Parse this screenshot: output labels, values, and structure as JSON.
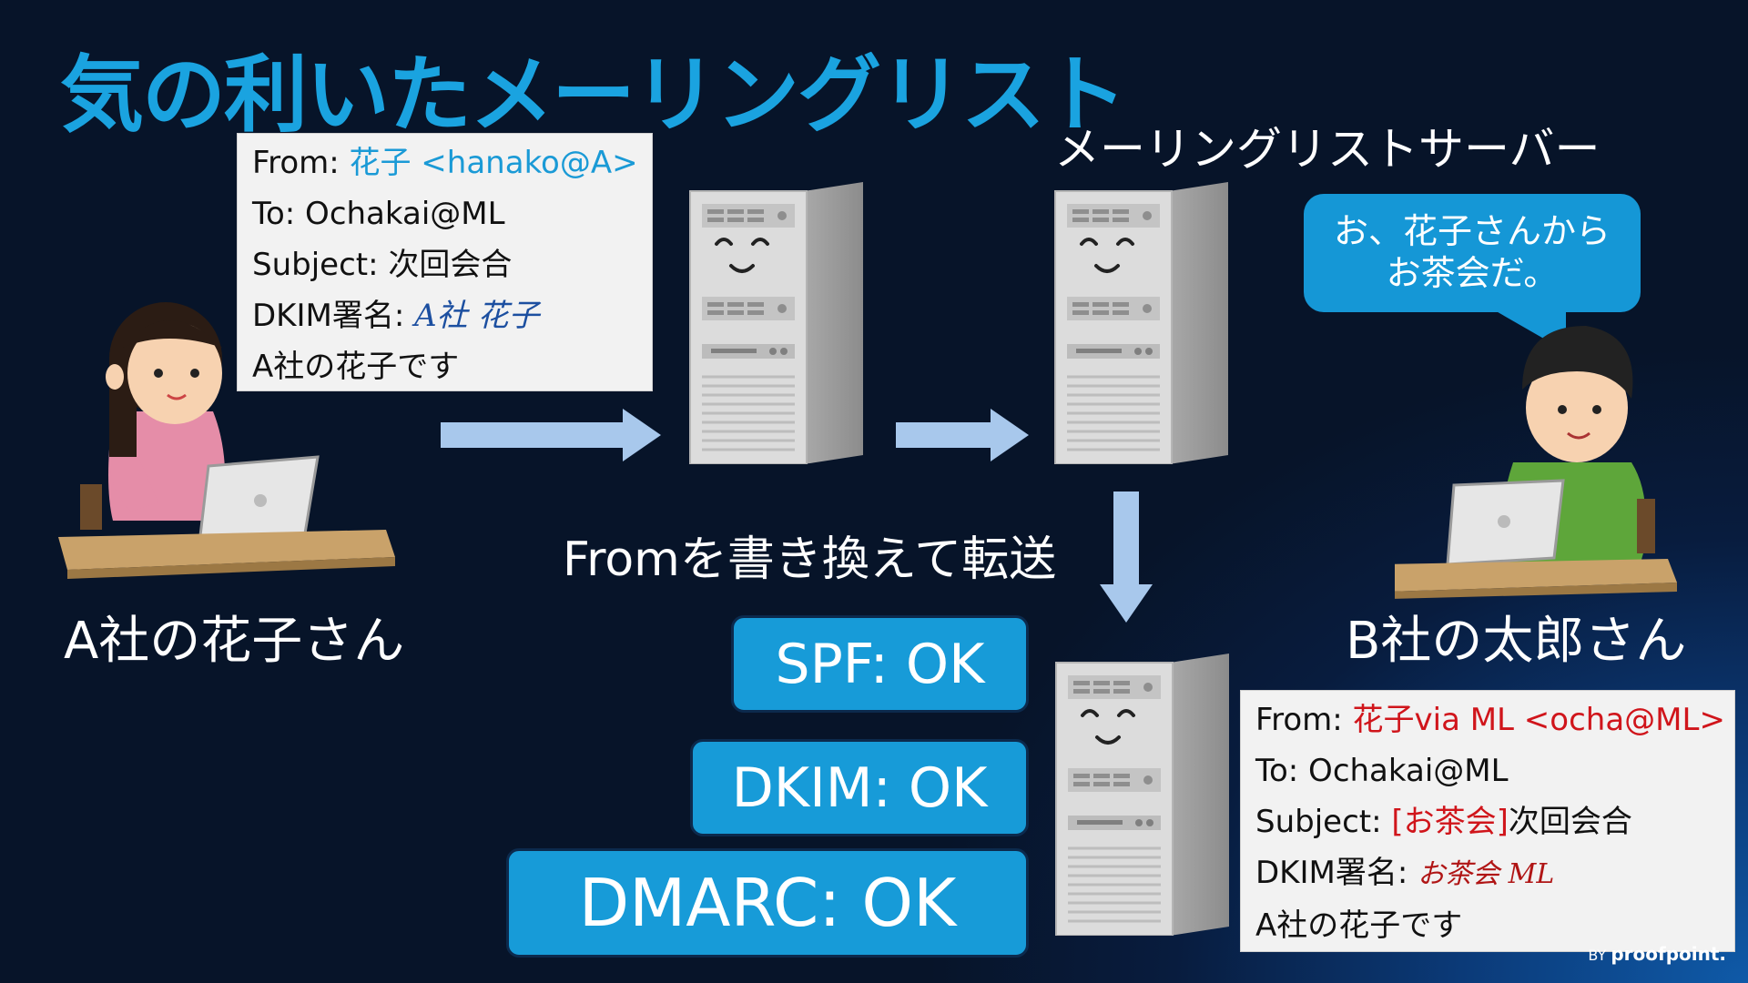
{
  "title": "気の利いたメーリングリスト",
  "server_title": "メーリングリストサーバー",
  "sender_label": "A社の花子さん",
  "receiver_label": "B社の太郎さん",
  "rewrite_label": "Fromを書き換えて転送",
  "bubble": {
    "line1": "お、花子さんから",
    "line2": "お茶会だ。"
  },
  "original_mail": {
    "from_prefix": "From: ",
    "from_value": "花子 <hanako@A>",
    "to": "To: Ochakai@ML",
    "subject": "Subject: 次回会合",
    "dkim_label": "DKIM署名:",
    "dkim_signature": "A社 花子",
    "body": "A社の花子です"
  },
  "forwarded_mail": {
    "from_prefix": "From: ",
    "from_value": "花子via ML <ocha@ML>",
    "to": "To: Ochakai@ML",
    "subject_prefix": "Subject: ",
    "subject_tag": "[お茶会]",
    "subject_rest": "次回会合",
    "dkim_label": "DKIM署名:",
    "dkim_signature": "お茶会 ML",
    "body": "A社の花子です"
  },
  "results": {
    "spf": "SPF: OK",
    "dkim": "DKIM: OK",
    "dmarc": "DMARC: OK"
  },
  "brand": {
    "by": "BY",
    "name": "proofpoint."
  },
  "colors": {
    "accent": "#1aa3e0",
    "badge": "#179bd8",
    "arrow": "#a8c8ec",
    "rewritten": "#d0151b"
  },
  "icons": [
    "person-female-laptop",
    "server-icon",
    "person-male-laptop",
    "arrow-right",
    "arrow-down"
  ]
}
